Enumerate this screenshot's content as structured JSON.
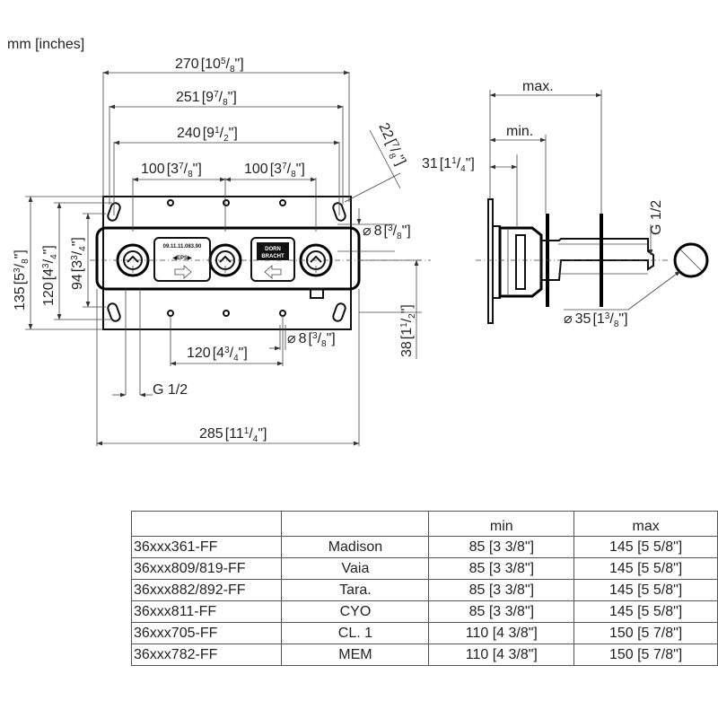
{
  "unit_note": "mm [inches]",
  "dimensions": {
    "d270": {
      "mm": "270",
      "in": "10",
      "fn": "5",
      "fd": "8",
      "q": "\""
    },
    "d251": {
      "mm": "251",
      "in": "9",
      "fn": "7",
      "fd": "8",
      "q": "\""
    },
    "d240": {
      "mm": "240",
      "in": "9",
      "fn": "1",
      "fd": "2",
      "q": "\""
    },
    "d100a": {
      "mm": "100",
      "in": "3",
      "fn": "7",
      "fd": "8",
      "q": "\""
    },
    "d100b": {
      "mm": "100",
      "in": "3",
      "fn": "7",
      "fd": "8",
      "q": "\""
    },
    "d22": {
      "mm": "22",
      "fn": "7",
      "fd": "8",
      "q": "\""
    },
    "d135": {
      "mm": "135",
      "in": "5",
      "fn": "3",
      "fd": "8",
      "q": "\""
    },
    "d120v": {
      "mm": "120",
      "in": "4",
      "fn": "3",
      "fd": "4",
      "q": "\""
    },
    "d94": {
      "mm": "94",
      "in": "3",
      "fn": "3",
      "fd": "4",
      "q": "\""
    },
    "dia8a": {
      "sym": "⌀",
      "mm": "8",
      "fn": "3",
      "fd": "8",
      "q": "\""
    },
    "dia8b": {
      "sym": "⌀",
      "mm": "8",
      "fn": "3",
      "fd": "8",
      "q": "\""
    },
    "d120h": {
      "mm": "120",
      "in": "4",
      "fn": "3",
      "fd": "4",
      "q": "\""
    },
    "d38": {
      "mm": "38",
      "in": "1",
      "fn": "1",
      "fd": "2",
      "q": "\""
    },
    "g12_front": "G 1/2",
    "d285": {
      "mm": "285",
      "in": "11",
      "fn": "1",
      "fd": "4",
      "q": "\""
    },
    "max_label": "max.",
    "min_label": "min.",
    "d31": {
      "mm": "31",
      "in": "1",
      "fn": "1",
      "fd": "4",
      "q": "\""
    },
    "g12_side": "G 1/2",
    "dia35": {
      "sym": "⌀",
      "mm": "35",
      "in": "1",
      "fn": "3",
      "fd": "8",
      "q": "\""
    }
  },
  "plate": {
    "sticker_code": "09.11.11.083.90",
    "sticker_mark": "◀EPS▶",
    "brand_line1": "DORN",
    "brand_line2": "BRACHT"
  },
  "table": {
    "headers": [
      "",
      "",
      "min",
      "max"
    ],
    "rows": [
      [
        "36xxx361-FF",
        "Madison",
        "85 [3 3/8\"]",
        "145 [5 5/8\"]"
      ],
      [
        "36xxx809/819-FF",
        "Vaia",
        "85 [3 3/8\"]",
        "145 [5 5/8\"]"
      ],
      [
        "36xxx882/892-FF",
        "Tara.",
        "85 [3 3/8\"]",
        "145 [5 5/8\"]"
      ],
      [
        "36xxx811-FF",
        "CYO",
        "85 [3 3/8\"]",
        "145 [5 5/8\"]"
      ],
      [
        "36xxx705-FF",
        "CL. 1",
        "110 [4 3/8\"]",
        "150 [5 7/8\"]"
      ],
      [
        "36xxx782-FF",
        "MEM",
        "110 [4 3/8\"]",
        "150 [5 7/8\"]"
      ]
    ]
  }
}
